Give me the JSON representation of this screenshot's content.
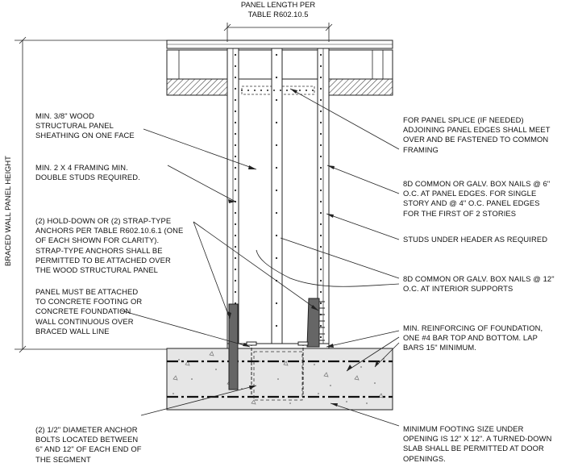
{
  "dimension": {
    "panel_length": "PANEL LENGTH PER\nTABLE R602.10.5",
    "wall_height": "BRACED WALL PANEL HEIGHT"
  },
  "notes": {
    "sheathing": "MIN. 3/8\" WOOD\nSTRUCTURAL PANEL\nSHEATHING ON ONE FACE",
    "framing": "MIN. 2 X 4 FRAMING MIN.\nDOUBLE STUDS REQUIRED.",
    "hold_down": "(2) HOLD-DOWN OR (2) STRAP-TYPE\nANCHORS PER TABLE R602.10.6.1 (ONE\nOF EACH SHOWN FOR CLARITY).\nSTRAP-TYPE ANCHORS SHALL BE\nPERMITTED TO BE ATTACHED OVER\nTHE WOOD STRUCTURAL PANEL",
    "attach": "PANEL MUST BE ATTACHED\nTO CONCRETE FOOTING OR\nCONCRETE FOUNDATION\nWALL CONTINUOUS OVER\nBRACED WALL LINE",
    "anchor_bolts": "(2) 1/2\" DIAMETER ANCHOR\nBOLTS LOCATED BETWEEN\n6\" AND 12\" OF EACH END OF\nTHE SEGMENT",
    "splice": "FOR PANEL SPLICE (IF NEEDED)\nADJOINING PANEL EDGES SHALL MEET\nOVER AND BE FASTENED TO COMMON\nFRAMING",
    "edge_nails": "8D COMMON OR GALV. BOX NAILS @ 6\"\nO.C. AT PANEL EDGES. FOR SINGLE\nSTORY AND @ 4\" O.C. PANEL EDGES\nFOR THE FIRST OF 2 STORIES",
    "studs": "STUDS UNDER HEADER AS REQUIRED",
    "interior_nails": "8D COMMON OR GALV. BOX NAILS @ 12\"\nO.C. AT INTERIOR SUPPORTS",
    "reinforcing": "MIN. REINFORCING OF FOUNDATION,\nONE #4 BAR TOP AND BOTTOM. LAP\nBARS 15\" MINIMUM.",
    "footing": "MINIMUM FOOTING SIZE UNDER\nOPENING IS 12\" X 12\". A TURNED-DOWN\nSLAB SHALL BE PERMITTED AT DOOR\nOPENINGS."
  }
}
